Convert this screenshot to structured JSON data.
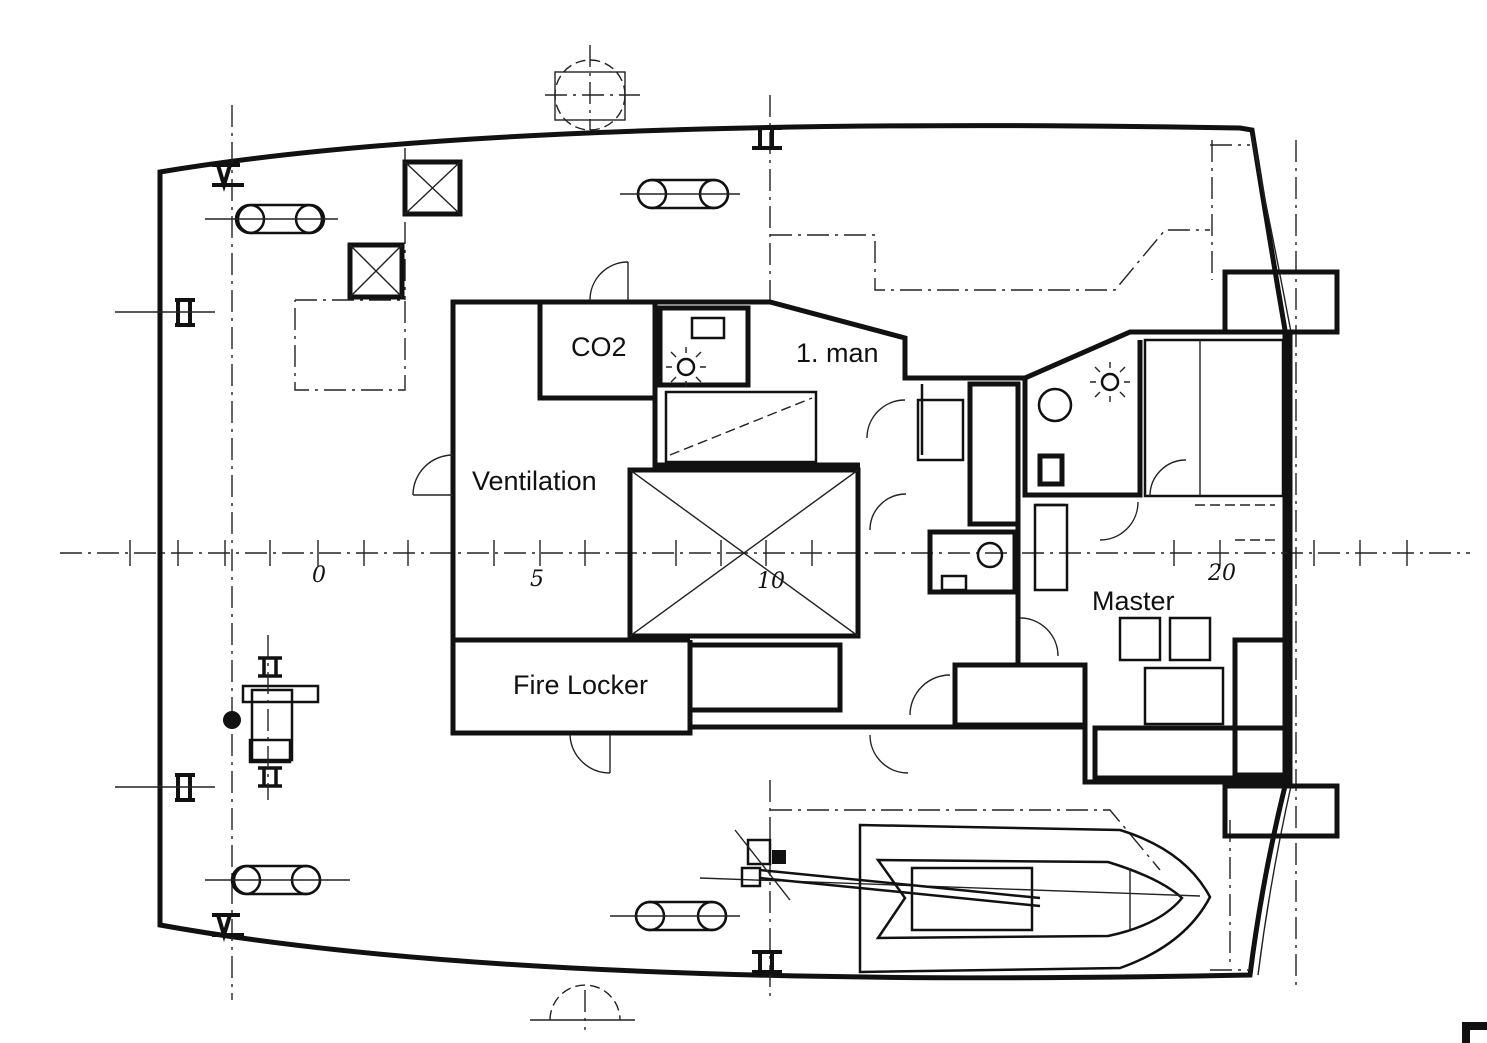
{
  "labels": {
    "co2": "CO2",
    "first_mate": "1. man",
    "ventilation": "Ventilation",
    "master": "Master",
    "fire_locker": "Fire Locker"
  },
  "stations": {
    "s0": "0",
    "s5": "5",
    "s10": "10",
    "s20": "20"
  }
}
